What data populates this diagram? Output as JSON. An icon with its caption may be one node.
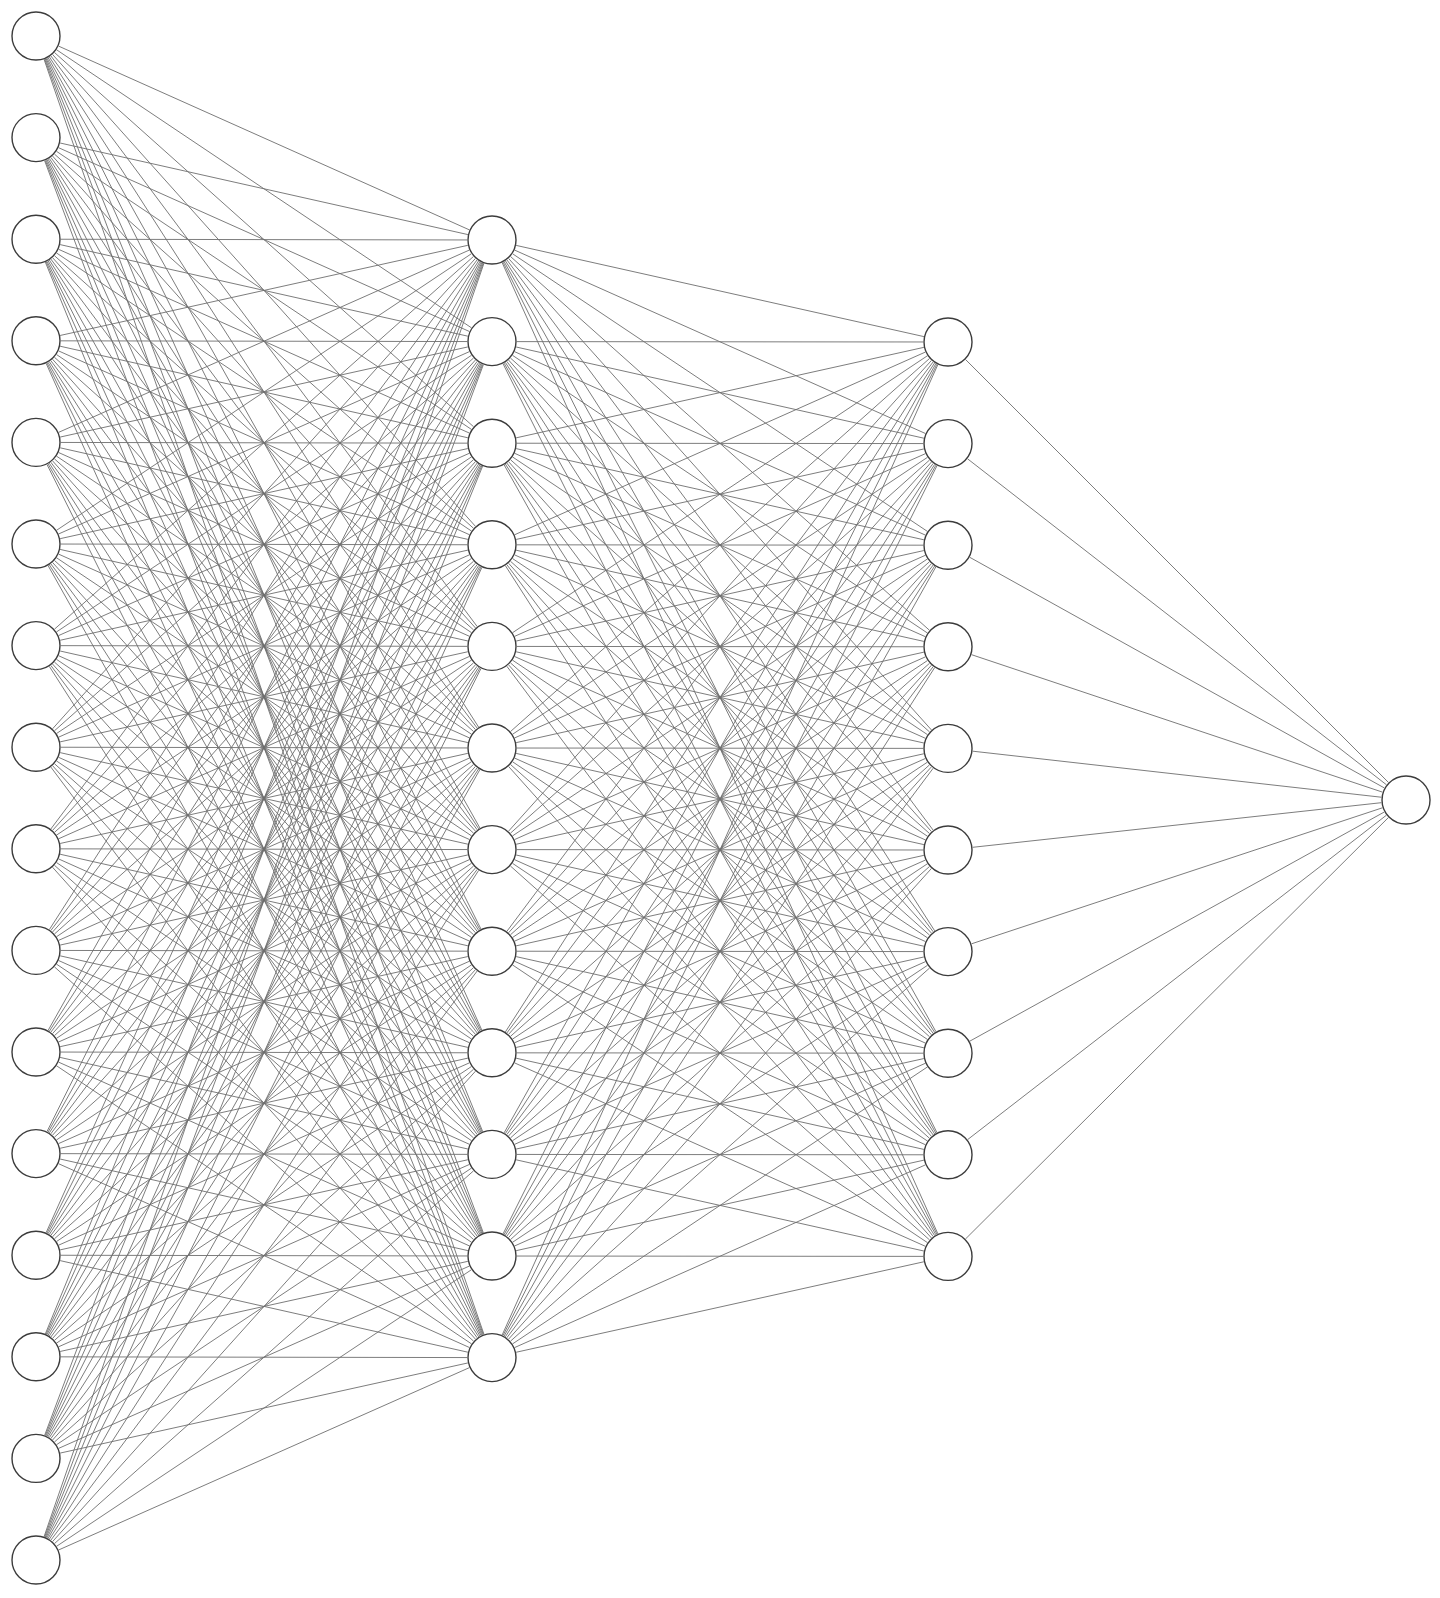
{
  "diagram": {
    "nodes": [
      {
        "text": [],
        "shape": "circle"
      },
      {
        "text": [],
        "shape": "circle"
      },
      {
        "text": [],
        "shape": "circle"
      },
      {
        "text": [],
        "shape": "circle"
      },
      {
        "text": [],
        "shape": "circle"
      },
      {
        "text": [],
        "shape": "circle"
      },
      {
        "text": [],
        "shape": "circle"
      },
      {
        "text": [],
        "shape": "circle"
      },
      {
        "text": [],
        "shape": "circle"
      },
      {
        "text": [],
        "shape": "circle"
      },
      {
        "text": [],
        "shape": "circle"
      },
      {
        "text": [],
        "shape": "circle"
      },
      {
        "text": [],
        "shape": "circle"
      },
      {
        "text": [],
        "shape": "circle"
      },
      {
        "text": [],
        "shape": "circle"
      },
      {
        "text": [],
        "shape": "circle"
      },
      {
        "text": [],
        "shape": "circle"
      },
      {
        "text": [],
        "shape": "circle"
      },
      {
        "text": [],
        "shape": "circle"
      },
      {
        "text": [],
        "shape": "circle"
      },
      {
        "text": [],
        "shape": "circle"
      },
      {
        "text": [],
        "shape": "circle"
      },
      {
        "text": [],
        "shape": "circle"
      },
      {
        "text": [],
        "shape": "circle"
      },
      {
        "text": [],
        "shape": "circle"
      },
      {
        "text": [],
        "shape": "circle"
      },
      {
        "text": [],
        "shape": "circle"
      },
      {
        "text": [],
        "shape": "circle"
      },
      {
        "text": [],
        "shape": "circle"
      },
      {
        "text": [],
        "shape": "circle"
      },
      {
        "text": [],
        "shape": "circle"
      },
      {
        "text": [],
        "shape": "circle"
      },
      {
        "text": [],
        "shape": "circle"
      },
      {
        "text": [],
        "shape": "circle"
      },
      {
        "text": [],
        "shape": "circle"
      },
      {
        "text": [],
        "shape": "circle"
      },
      {
        "text": [],
        "shape": "circle"
      },
      {
        "text": [],
        "shape": "circle"
      },
      {
        "text": [],
        "shape": "circle"
      }
    ],
    "edges": [
      {
        "from": 0,
        "to": 16,
        "arrow": "none"
      },
      {
        "from": 0,
        "to": 17,
        "arrow": "none"
      },
      {
        "from": 0,
        "to": 18,
        "arrow": "none"
      },
      {
        "from": 0,
        "to": 19,
        "arrow": "none"
      },
      {
        "from": 0,
        "to": 20,
        "arrow": "none"
      },
      {
        "from": 0,
        "to": 21,
        "arrow": "none"
      },
      {
        "from": 0,
        "to": 22,
        "arrow": "none"
      },
      {
        "from": 0,
        "to": 23,
        "arrow": "none"
      },
      {
        "from": 0,
        "to": 24,
        "arrow": "none"
      },
      {
        "from": 0,
        "to": 25,
        "arrow": "none"
      },
      {
        "from": 0,
        "to": 26,
        "arrow": "none"
      },
      {
        "from": 0,
        "to": 27,
        "arrow": "none"
      },
      {
        "from": 1,
        "to": 16,
        "arrow": "none"
      },
      {
        "from": 1,
        "to": 17,
        "arrow": "none"
      },
      {
        "from": 1,
        "to": 18,
        "arrow": "none"
      },
      {
        "from": 1,
        "to": 19,
        "arrow": "none"
      },
      {
        "from": 1,
        "to": 20,
        "arrow": "none"
      },
      {
        "from": 1,
        "to": 21,
        "arrow": "none"
      },
      {
        "from": 1,
        "to": 22,
        "arrow": "none"
      },
      {
        "from": 1,
        "to": 23,
        "arrow": "none"
      },
      {
        "from": 1,
        "to": 24,
        "arrow": "none"
      },
      {
        "from": 1,
        "to": 25,
        "arrow": "none"
      },
      {
        "from": 1,
        "to": 26,
        "arrow": "none"
      },
      {
        "from": 1,
        "to": 27,
        "arrow": "none"
      },
      {
        "from": 2,
        "to": 16,
        "arrow": "none"
      },
      {
        "from": 2,
        "to": 17,
        "arrow": "none"
      },
      {
        "from": 2,
        "to": 18,
        "arrow": "none"
      },
      {
        "from": 2,
        "to": 19,
        "arrow": "none"
      },
      {
        "from": 2,
        "to": 20,
        "arrow": "none"
      },
      {
        "from": 2,
        "to": 21,
        "arrow": "none"
      },
      {
        "from": 2,
        "to": 22,
        "arrow": "none"
      },
      {
        "from": 2,
        "to": 23,
        "arrow": "none"
      },
      {
        "from": 2,
        "to": 24,
        "arrow": "none"
      },
      {
        "from": 2,
        "to": 25,
        "arrow": "none"
      },
      {
        "from": 2,
        "to": 26,
        "arrow": "none"
      },
      {
        "from": 2,
        "to": 27,
        "arrow": "none"
      },
      {
        "from": 3,
        "to": 16,
        "arrow": "none"
      },
      {
        "from": 3,
        "to": 17,
        "arrow": "none"
      },
      {
        "from": 3,
        "to": 18,
        "arrow": "none"
      },
      {
        "from": 3,
        "to": 19,
        "arrow": "none"
      },
      {
        "from": 3,
        "to": 20,
        "arrow": "none"
      },
      {
        "from": 3,
        "to": 21,
        "arrow": "none"
      },
      {
        "from": 3,
        "to": 22,
        "arrow": "none"
      },
      {
        "from": 3,
        "to": 23,
        "arrow": "none"
      },
      {
        "from": 3,
        "to": 24,
        "arrow": "none"
      },
      {
        "from": 3,
        "to": 25,
        "arrow": "none"
      },
      {
        "from": 3,
        "to": 26,
        "arrow": "none"
      },
      {
        "from": 3,
        "to": 27,
        "arrow": "none"
      },
      {
        "from": 4,
        "to": 16,
        "arrow": "none"
      },
      {
        "from": 4,
        "to": 17,
        "arrow": "none"
      },
      {
        "from": 4,
        "to": 18,
        "arrow": "none"
      },
      {
        "from": 4,
        "to": 19,
        "arrow": "none"
      },
      {
        "from": 4,
        "to": 20,
        "arrow": "none"
      },
      {
        "from": 4,
        "to": 21,
        "arrow": "none"
      },
      {
        "from": 4,
        "to": 22,
        "arrow": "none"
      },
      {
        "from": 4,
        "to": 23,
        "arrow": "none"
      },
      {
        "from": 4,
        "to": 24,
        "arrow": "none"
      },
      {
        "from": 4,
        "to": 25,
        "arrow": "none"
      },
      {
        "from": 4,
        "to": 26,
        "arrow": "none"
      },
      {
        "from": 4,
        "to": 27,
        "arrow": "none"
      },
      {
        "from": 5,
        "to": 16,
        "arrow": "none"
      },
      {
        "from": 5,
        "to": 17,
        "arrow": "none"
      },
      {
        "from": 5,
        "to": 18,
        "arrow": "none"
      },
      {
        "from": 5,
        "to": 19,
        "arrow": "none"
      },
      {
        "from": 5,
        "to": 20,
        "arrow": "none"
      },
      {
        "from": 5,
        "to": 21,
        "arrow": "none"
      },
      {
        "from": 5,
        "to": 22,
        "arrow": "none"
      },
      {
        "from": 5,
        "to": 23,
        "arrow": "none"
      },
      {
        "from": 5,
        "to": 24,
        "arrow": "none"
      },
      {
        "from": 5,
        "to": 25,
        "arrow": "none"
      },
      {
        "from": 5,
        "to": 26,
        "arrow": "none"
      },
      {
        "from": 5,
        "to": 27,
        "arrow": "none"
      },
      {
        "from": 6,
        "to": 16,
        "arrow": "none"
      },
      {
        "from": 6,
        "to": 17,
        "arrow": "none"
      },
      {
        "from": 6,
        "to": 18,
        "arrow": "none"
      },
      {
        "from": 6,
        "to": 19,
        "arrow": "none"
      },
      {
        "from": 6,
        "to": 20,
        "arrow": "none"
      },
      {
        "from": 6,
        "to": 21,
        "arrow": "none"
      },
      {
        "from": 6,
        "to": 22,
        "arrow": "none"
      },
      {
        "from": 6,
        "to": 23,
        "arrow": "none"
      },
      {
        "from": 6,
        "to": 24,
        "arrow": "none"
      },
      {
        "from": 6,
        "to": 25,
        "arrow": "none"
      },
      {
        "from": 6,
        "to": 26,
        "arrow": "none"
      },
      {
        "from": 6,
        "to": 27,
        "arrow": "none"
      },
      {
        "from": 7,
        "to": 16,
        "arrow": "none"
      },
      {
        "from": 7,
        "to": 17,
        "arrow": "none"
      },
      {
        "from": 7,
        "to": 18,
        "arrow": "none"
      },
      {
        "from": 7,
        "to": 19,
        "arrow": "none"
      },
      {
        "from": 7,
        "to": 20,
        "arrow": "none"
      },
      {
        "from": 7,
        "to": 21,
        "arrow": "none"
      },
      {
        "from": 7,
        "to": 22,
        "arrow": "none"
      },
      {
        "from": 7,
        "to": 23,
        "arrow": "none"
      },
      {
        "from": 7,
        "to": 24,
        "arrow": "none"
      },
      {
        "from": 7,
        "to": 25,
        "arrow": "none"
      },
      {
        "from": 7,
        "to": 26,
        "arrow": "none"
      },
      {
        "from": 7,
        "to": 27,
        "arrow": "none"
      },
      {
        "from": 8,
        "to": 16,
        "arrow": "none"
      },
      {
        "from": 8,
        "to": 17,
        "arrow": "none"
      },
      {
        "from": 8,
        "to": 18,
        "arrow": "none"
      },
      {
        "from": 8,
        "to": 19,
        "arrow": "none"
      },
      {
        "from": 8,
        "to": 20,
        "arrow": "none"
      },
      {
        "from": 8,
        "to": 21,
        "arrow": "none"
      },
      {
        "from": 8,
        "to": 22,
        "arrow": "none"
      },
      {
        "from": 8,
        "to": 23,
        "arrow": "none"
      },
      {
        "from": 8,
        "to": 24,
        "arrow": "none"
      },
      {
        "from": 8,
        "to": 25,
        "arrow": "none"
      },
      {
        "from": 8,
        "to": 26,
        "arrow": "none"
      },
      {
        "from": 8,
        "to": 27,
        "arrow": "none"
      },
      {
        "from": 9,
        "to": 16,
        "arrow": "none"
      },
      {
        "from": 9,
        "to": 17,
        "arrow": "none"
      },
      {
        "from": 9,
        "to": 18,
        "arrow": "none"
      },
      {
        "from": 9,
        "to": 19,
        "arrow": "none"
      },
      {
        "from": 9,
        "to": 20,
        "arrow": "none"
      },
      {
        "from": 9,
        "to": 21,
        "arrow": "none"
      },
      {
        "from": 9,
        "to": 22,
        "arrow": "none"
      },
      {
        "from": 9,
        "to": 23,
        "arrow": "none"
      },
      {
        "from": 9,
        "to": 24,
        "arrow": "none"
      },
      {
        "from": 9,
        "to": 25,
        "arrow": "none"
      },
      {
        "from": 9,
        "to": 26,
        "arrow": "none"
      },
      {
        "from": 9,
        "to": 27,
        "arrow": "none"
      },
      {
        "from": 10,
        "to": 16,
        "arrow": "none"
      },
      {
        "from": 10,
        "to": 17,
        "arrow": "none"
      },
      {
        "from": 10,
        "to": 18,
        "arrow": "none"
      },
      {
        "from": 10,
        "to": 19,
        "arrow": "none"
      },
      {
        "from": 10,
        "to": 20,
        "arrow": "none"
      },
      {
        "from": 10,
        "to": 21,
        "arrow": "none"
      },
      {
        "from": 10,
        "to": 22,
        "arrow": "none"
      },
      {
        "from": 10,
        "to": 23,
        "arrow": "none"
      },
      {
        "from": 10,
        "to": 24,
        "arrow": "none"
      },
      {
        "from": 10,
        "to": 25,
        "arrow": "none"
      },
      {
        "from": 10,
        "to": 26,
        "arrow": "none"
      },
      {
        "from": 10,
        "to": 27,
        "arrow": "none"
      },
      {
        "from": 11,
        "to": 16,
        "arrow": "none"
      },
      {
        "from": 11,
        "to": 17,
        "arrow": "none"
      },
      {
        "from": 11,
        "to": 18,
        "arrow": "none"
      },
      {
        "from": 11,
        "to": 19,
        "arrow": "none"
      },
      {
        "from": 11,
        "to": 20,
        "arrow": "none"
      },
      {
        "from": 11,
        "to": 21,
        "arrow": "none"
      },
      {
        "from": 11,
        "to": 22,
        "arrow": "none"
      },
      {
        "from": 11,
        "to": 23,
        "arrow": "none"
      },
      {
        "from": 11,
        "to": 24,
        "arrow": "none"
      },
      {
        "from": 11,
        "to": 25,
        "arrow": "none"
      },
      {
        "from": 11,
        "to": 26,
        "arrow": "none"
      },
      {
        "from": 11,
        "to": 27,
        "arrow": "none"
      },
      {
        "from": 12,
        "to": 16,
        "arrow": "none"
      },
      {
        "from": 12,
        "to": 17,
        "arrow": "none"
      },
      {
        "from": 12,
        "to": 18,
        "arrow": "none"
      },
      {
        "from": 12,
        "to": 19,
        "arrow": "none"
      },
      {
        "from": 12,
        "to": 20,
        "arrow": "none"
      },
      {
        "from": 12,
        "to": 21,
        "arrow": "none"
      },
      {
        "from": 12,
        "to": 22,
        "arrow": "none"
      },
      {
        "from": 12,
        "to": 23,
        "arrow": "none"
      },
      {
        "from": 12,
        "to": 24,
        "arrow": "none"
      },
      {
        "from": 12,
        "to": 25,
        "arrow": "none"
      },
      {
        "from": 12,
        "to": 26,
        "arrow": "none"
      },
      {
        "from": 12,
        "to": 27,
        "arrow": "none"
      },
      {
        "from": 13,
        "to": 16,
        "arrow": "none"
      },
      {
        "from": 13,
        "to": 17,
        "arrow": "none"
      },
      {
        "from": 13,
        "to": 18,
        "arrow": "none"
      },
      {
        "from": 13,
        "to": 19,
        "arrow": "none"
      },
      {
        "from": 13,
        "to": 20,
        "arrow": "none"
      },
      {
        "from": 13,
        "to": 21,
        "arrow": "none"
      },
      {
        "from": 13,
        "to": 22,
        "arrow": "none"
      },
      {
        "from": 13,
        "to": 23,
        "arrow": "none"
      },
      {
        "from": 13,
        "to": 24,
        "arrow": "none"
      },
      {
        "from": 13,
        "to": 25,
        "arrow": "none"
      },
      {
        "from": 13,
        "to": 26,
        "arrow": "none"
      },
      {
        "from": 13,
        "to": 27,
        "arrow": "none"
      },
      {
        "from": 14,
        "to": 16,
        "arrow": "none"
      },
      {
        "from": 14,
        "to": 17,
        "arrow": "none"
      },
      {
        "from": 14,
        "to": 18,
        "arrow": "none"
      },
      {
        "from": 14,
        "to": 19,
        "arrow": "none"
      },
      {
        "from": 14,
        "to": 20,
        "arrow": "none"
      },
      {
        "from": 14,
        "to": 21,
        "arrow": "none"
      },
      {
        "from": 14,
        "to": 22,
        "arrow": "none"
      },
      {
        "from": 14,
        "to": 23,
        "arrow": "none"
      },
      {
        "from": 14,
        "to": 24,
        "arrow": "none"
      },
      {
        "from": 14,
        "to": 25,
        "arrow": "none"
      },
      {
        "from": 14,
        "to": 26,
        "arrow": "none"
      },
      {
        "from": 14,
        "to": 27,
        "arrow": "none"
      },
      {
        "from": 15,
        "to": 16,
        "arrow": "none"
      },
      {
        "from": 15,
        "to": 17,
        "arrow": "none"
      },
      {
        "from": 15,
        "to": 18,
        "arrow": "none"
      },
      {
        "from": 15,
        "to": 19,
        "arrow": "none"
      },
      {
        "from": 15,
        "to": 20,
        "arrow": "none"
      },
      {
        "from": 15,
        "to": 21,
        "arrow": "none"
      },
      {
        "from": 15,
        "to": 22,
        "arrow": "none"
      },
      {
        "from": 15,
        "to": 23,
        "arrow": "none"
      },
      {
        "from": 15,
        "to": 24,
        "arrow": "none"
      },
      {
        "from": 15,
        "to": 25,
        "arrow": "none"
      },
      {
        "from": 15,
        "to": 26,
        "arrow": "none"
      },
      {
        "from": 15,
        "to": 27,
        "arrow": "none"
      },
      {
        "from": 16,
        "to": 28,
        "arrow": "none"
      },
      {
        "from": 16,
        "to": 29,
        "arrow": "none"
      },
      {
        "from": 16,
        "to": 30,
        "arrow": "none"
      },
      {
        "from": 16,
        "to": 31,
        "arrow": "none"
      },
      {
        "from": 16,
        "to": 32,
        "arrow": "none"
      },
      {
        "from": 16,
        "to": 33,
        "arrow": "none"
      },
      {
        "from": 16,
        "to": 34,
        "arrow": "none"
      },
      {
        "from": 16,
        "to": 35,
        "arrow": "none"
      },
      {
        "from": 16,
        "to": 36,
        "arrow": "none"
      },
      {
        "from": 16,
        "to": 37,
        "arrow": "none"
      },
      {
        "from": 17,
        "to": 28,
        "arrow": "none"
      },
      {
        "from": 17,
        "to": 29,
        "arrow": "none"
      },
      {
        "from": 17,
        "to": 30,
        "arrow": "none"
      },
      {
        "from": 17,
        "to": 31,
        "arrow": "none"
      },
      {
        "from": 17,
        "to": 32,
        "arrow": "none"
      },
      {
        "from": 17,
        "to": 33,
        "arrow": "none"
      },
      {
        "from": 17,
        "to": 34,
        "arrow": "none"
      },
      {
        "from": 17,
        "to": 35,
        "arrow": "none"
      },
      {
        "from": 17,
        "to": 36,
        "arrow": "none"
      },
      {
        "from": 17,
        "to": 37,
        "arrow": "none"
      },
      {
        "from": 18,
        "to": 28,
        "arrow": "none"
      },
      {
        "from": 18,
        "to": 29,
        "arrow": "none"
      },
      {
        "from": 18,
        "to": 30,
        "arrow": "none"
      },
      {
        "from": 18,
        "to": 31,
        "arrow": "none"
      },
      {
        "from": 18,
        "to": 32,
        "arrow": "none"
      },
      {
        "from": 18,
        "to": 33,
        "arrow": "none"
      },
      {
        "from": 18,
        "to": 34,
        "arrow": "none"
      },
      {
        "from": 18,
        "to": 35,
        "arrow": "none"
      },
      {
        "from": 18,
        "to": 36,
        "arrow": "none"
      },
      {
        "from": 18,
        "to": 37,
        "arrow": "none"
      },
      {
        "from": 19,
        "to": 28,
        "arrow": "none"
      },
      {
        "from": 19,
        "to": 29,
        "arrow": "none"
      },
      {
        "from": 19,
        "to": 30,
        "arrow": "none"
      },
      {
        "from": 19,
        "to": 31,
        "arrow": "none"
      },
      {
        "from": 19,
        "to": 32,
        "arrow": "none"
      },
      {
        "from": 19,
        "to": 33,
        "arrow": "none"
      },
      {
        "from": 19,
        "to": 34,
        "arrow": "none"
      },
      {
        "from": 19,
        "to": 35,
        "arrow": "none"
      },
      {
        "from": 19,
        "to": 36,
        "arrow": "none"
      },
      {
        "from": 19,
        "to": 37,
        "arrow": "none"
      },
      {
        "from": 20,
        "to": 28,
        "arrow": "none"
      },
      {
        "from": 20,
        "to": 29,
        "arrow": "none"
      },
      {
        "from": 20,
        "to": 30,
        "arrow": "none"
      },
      {
        "from": 20,
        "to": 31,
        "arrow": "none"
      },
      {
        "from": 20,
        "to": 32,
        "arrow": "none"
      },
      {
        "from": 20,
        "to": 33,
        "arrow": "none"
      },
      {
        "from": 20,
        "to": 34,
        "arrow": "none"
      },
      {
        "from": 20,
        "to": 35,
        "arrow": "none"
      },
      {
        "from": 20,
        "to": 36,
        "arrow": "none"
      },
      {
        "from": 20,
        "to": 37,
        "arrow": "none"
      },
      {
        "from": 21,
        "to": 28,
        "arrow": "none"
      },
      {
        "from": 21,
        "to": 29,
        "arrow": "none"
      },
      {
        "from": 21,
        "to": 30,
        "arrow": "none"
      },
      {
        "from": 21,
        "to": 31,
        "arrow": "none"
      },
      {
        "from": 21,
        "to": 32,
        "arrow": "none"
      },
      {
        "from": 21,
        "to": 33,
        "arrow": "none"
      },
      {
        "from": 21,
        "to": 34,
        "arrow": "none"
      },
      {
        "from": 21,
        "to": 35,
        "arrow": "none"
      },
      {
        "from": 21,
        "to": 36,
        "arrow": "none"
      },
      {
        "from": 21,
        "to": 37,
        "arrow": "none"
      },
      {
        "from": 22,
        "to": 28,
        "arrow": "none"
      },
      {
        "from": 22,
        "to": 29,
        "arrow": "none"
      },
      {
        "from": 22,
        "to": 30,
        "arrow": "none"
      },
      {
        "from": 22,
        "to": 31,
        "arrow": "none"
      },
      {
        "from": 22,
        "to": 32,
        "arrow": "none"
      },
      {
        "from": 22,
        "to": 33,
        "arrow": "none"
      },
      {
        "from": 22,
        "to": 34,
        "arrow": "none"
      },
      {
        "from": 22,
        "to": 35,
        "arrow": "none"
      },
      {
        "from": 22,
        "to": 36,
        "arrow": "none"
      },
      {
        "from": 22,
        "to": 37,
        "arrow": "none"
      },
      {
        "from": 23,
        "to": 28,
        "arrow": "none"
      },
      {
        "from": 23,
        "to": 29,
        "arrow": "none"
      },
      {
        "from": 23,
        "to": 30,
        "arrow": "none"
      },
      {
        "from": 23,
        "to": 31,
        "arrow": "none"
      },
      {
        "from": 23,
        "to": 32,
        "arrow": "none"
      },
      {
        "from": 23,
        "to": 33,
        "arrow": "none"
      },
      {
        "from": 23,
        "to": 34,
        "arrow": "none"
      },
      {
        "from": 23,
        "to": 35,
        "arrow": "none"
      },
      {
        "from": 23,
        "to": 36,
        "arrow": "none"
      },
      {
        "from": 23,
        "to": 37,
        "arrow": "none"
      },
      {
        "from": 24,
        "to": 28,
        "arrow": "none"
      },
      {
        "from": 24,
        "to": 29,
        "arrow": "none"
      },
      {
        "from": 24,
        "to": 30,
        "arrow": "none"
      },
      {
        "from": 24,
        "to": 31,
        "arrow": "none"
      },
      {
        "from": 24,
        "to": 32,
        "arrow": "none"
      },
      {
        "from": 24,
        "to": 33,
        "arrow": "none"
      },
      {
        "from": 24,
        "to": 34,
        "arrow": "none"
      },
      {
        "from": 24,
        "to": 35,
        "arrow": "none"
      },
      {
        "from": 24,
        "to": 36,
        "arrow": "none"
      },
      {
        "from": 24,
        "to": 37,
        "arrow": "none"
      },
      {
        "from": 25,
        "to": 28,
        "arrow": "none"
      },
      {
        "from": 25,
        "to": 29,
        "arrow": "none"
      },
      {
        "from": 25,
        "to": 30,
        "arrow": "none"
      },
      {
        "from": 25,
        "to": 31,
        "arrow": "none"
      },
      {
        "from": 25,
        "to": 32,
        "arrow": "none"
      },
      {
        "from": 25,
        "to": 33,
        "arrow": "none"
      },
      {
        "from": 25,
        "to": 34,
        "arrow": "none"
      },
      {
        "from": 25,
        "to": 35,
        "arrow": "none"
      },
      {
        "from": 25,
        "to": 36,
        "arrow": "none"
      },
      {
        "from": 25,
        "to": 37,
        "arrow": "none"
      },
      {
        "from": 26,
        "to": 28,
        "arrow": "none"
      },
      {
        "from": 26,
        "to": 29,
        "arrow": "none"
      },
      {
        "from": 26,
        "to": 30,
        "arrow": "none"
      },
      {
        "from": 26,
        "to": 31,
        "arrow": "none"
      },
      {
        "from": 26,
        "to": 32,
        "arrow": "none"
      },
      {
        "from": 26,
        "to": 33,
        "arrow": "none"
      },
      {
        "from": 26,
        "to": 34,
        "arrow": "none"
      },
      {
        "from": 26,
        "to": 35,
        "arrow": "none"
      },
      {
        "from": 26,
        "to": 36,
        "arrow": "none"
      },
      {
        "from": 26,
        "to": 37,
        "arrow": "none"
      },
      {
        "from": 27,
        "to": 28,
        "arrow": "none"
      },
      {
        "from": 27,
        "to": 29,
        "arrow": "none"
      },
      {
        "from": 27,
        "to": 30,
        "arrow": "none"
      },
      {
        "from": 27,
        "to": 31,
        "arrow": "none"
      },
      {
        "from": 27,
        "to": 32,
        "arrow": "none"
      },
      {
        "from": 27,
        "to": 33,
        "arrow": "none"
      },
      {
        "from": 27,
        "to": 34,
        "arrow": "none"
      },
      {
        "from": 27,
        "to": 35,
        "arrow": "none"
      },
      {
        "from": 27,
        "to": 36,
        "arrow": "none"
      },
      {
        "from": 27,
        "to": 37,
        "arrow": "none"
      },
      {
        "from": 28,
        "to": 38,
        "arrow": "none"
      },
      {
        "from": 29,
        "to": 38,
        "arrow": "none"
      },
      {
        "from": 30,
        "to": 38,
        "arrow": "none"
      },
      {
        "from": 31,
        "to": 38,
        "arrow": "none"
      },
      {
        "from": 32,
        "to": 38,
        "arrow": "none"
      },
      {
        "from": 33,
        "to": 38,
        "arrow": "none"
      },
      {
        "from": 34,
        "to": 38,
        "arrow": "none"
      },
      {
        "from": 35,
        "to": 38,
        "arrow": "none"
      },
      {
        "from": 36,
        "to": 38,
        "arrow": "none"
      },
      {
        "from": 37,
        "to": 38,
        "arrow": "none"
      }
    ]
  }
}
